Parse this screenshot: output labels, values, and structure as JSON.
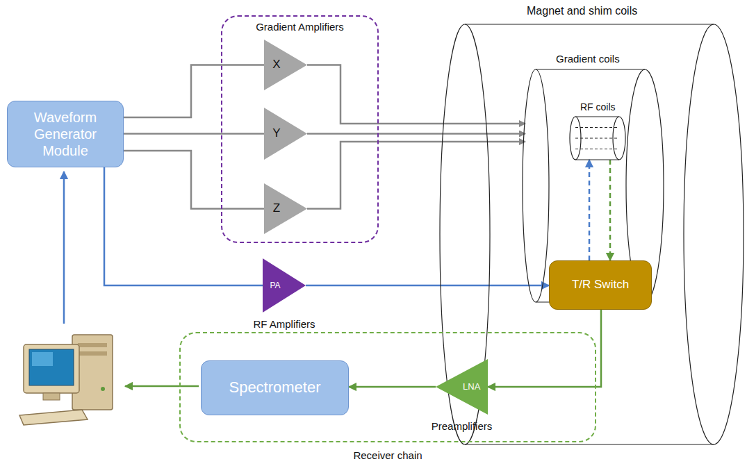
{
  "diagram": {
    "nodes": [
      {
        "text": [
          "Waveform Generator Module"
        ]
      },
      {
        "text": [
          "Gradient Amplifiers"
        ]
      },
      {
        "text": [
          "X"
        ],
        "in": 1
      },
      {
        "text": [
          "Y"
        ],
        "in": 1
      },
      {
        "text": [
          "Z"
        ],
        "in": 1
      },
      {
        "text": [
          "Magnet and shim coils"
        ]
      },
      {
        "text": [
          "Gradient coils"
        ],
        "in": 5
      },
      {
        "text": [
          "RF coils"
        ],
        "in": 6
      },
      {
        "text": [
          "PA",
          "RF Amplifiers"
        ]
      },
      {
        "text": [
          "T/R Switch"
        ]
      },
      {
        "text": [
          "Receiver chain"
        ]
      },
      {
        "text": [
          "Spectrometer"
        ],
        "in": 10
      },
      {
        "text": [
          "LNA",
          "Preamplifiers"
        ],
        "in": 10
      }
    ],
    "edges": [
      {
        "from": 0,
        "to": 2,
        "arrow": "none"
      },
      {
        "from": 0,
        "to": 3,
        "arrow": "none"
      },
      {
        "from": 0,
        "to": 4,
        "arrow": "none"
      },
      {
        "from": 2,
        "to": 6,
        "arrow": "to"
      },
      {
        "from": 3,
        "to": 6,
        "arrow": "to"
      },
      {
        "from": 4,
        "to": 6,
        "arrow": "to"
      },
      {
        "from": 0,
        "to": 8,
        "arrow": "none"
      },
      {
        "from": 8,
        "to": 9,
        "arrow": "to"
      },
      {
        "from": 9,
        "to": 7,
        "arrow": "to"
      },
      {
        "from": 7,
        "to": 9,
        "arrow": "to"
      },
      {
        "from": 9,
        "to": 12,
        "arrow": "to"
      },
      {
        "from": 12,
        "to": 11,
        "arrow": "to"
      }
    ]
  }
}
